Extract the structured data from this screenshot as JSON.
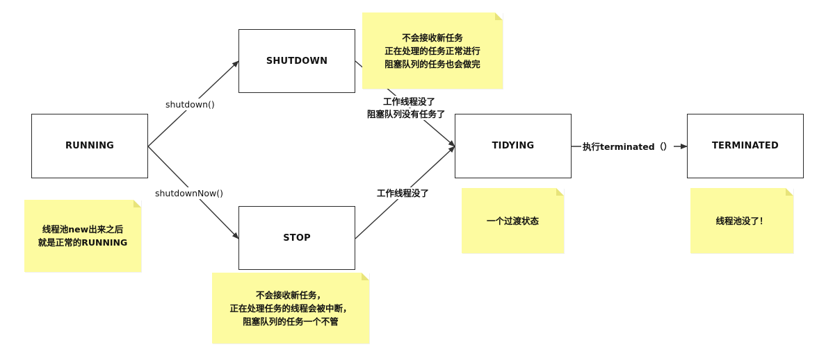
{
  "colors": {
    "note_fill": "#fdfba0",
    "line": "#333333"
  },
  "states": {
    "running": "RUNNING",
    "shutdown": "SHUTDOWN",
    "stop": "STOP",
    "tidying": "TIDYING",
    "terminated": "TERMINATED"
  },
  "edges": {
    "to_shutdown": "shutdown()",
    "to_stop": "shutdownNow()",
    "shutdown_to_tidying_line1": "工作线程没了",
    "shutdown_to_tidying_line2": "阻塞队列没有任务了",
    "stop_to_tidying": "工作线程没了",
    "tidying_to_terminated": "执行terminated（）"
  },
  "notes": {
    "running": [
      "线程池new出来之后",
      "就是正常的RUNNING"
    ],
    "shutdown": [
      "不会接收新任务",
      "正在处理的任务正常进行",
      "阻塞队列的任务也会做完"
    ],
    "stop": [
      "不会接收新任务，",
      "正在处理任务的线程会被中断，",
      "阻塞队列的任务一个不管"
    ],
    "tidying": [
      "一个过渡状态"
    ],
    "terminated": [
      "线程池没了！"
    ]
  }
}
